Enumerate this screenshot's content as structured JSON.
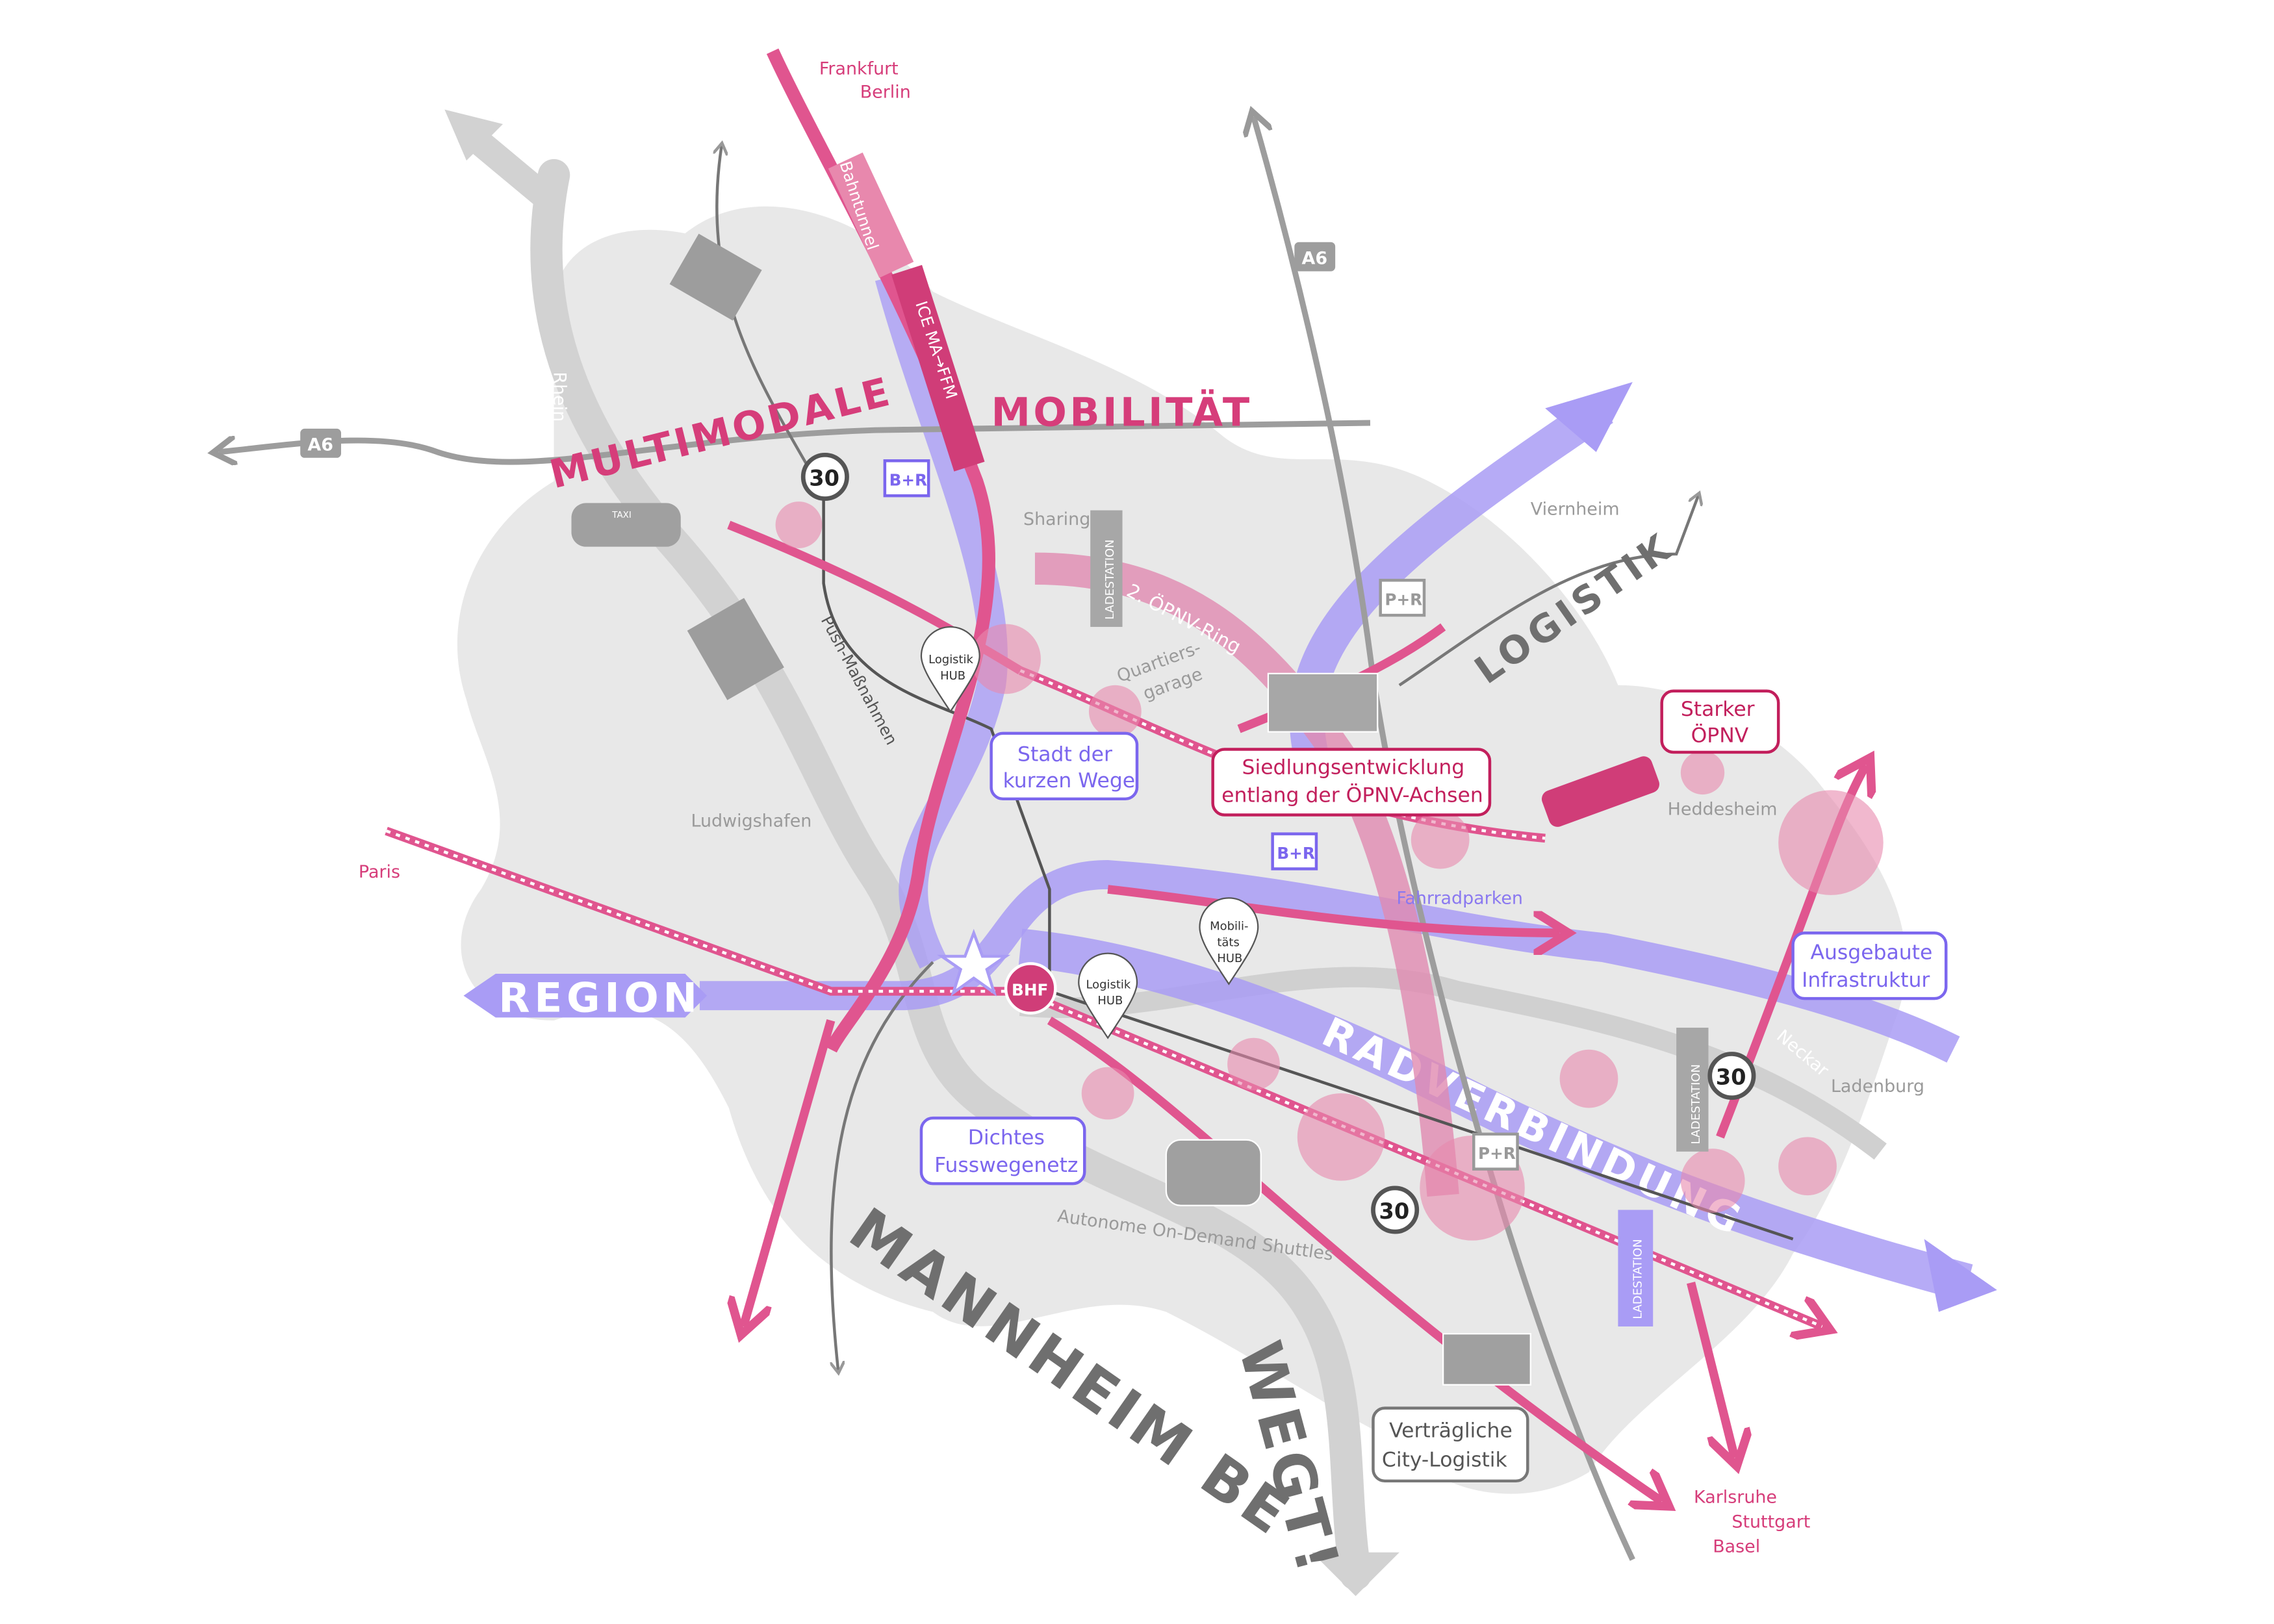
{
  "title": {
    "main_1": "MULTIMODALE",
    "main_2": "MOBILITÄT",
    "slogan_1": "MANNHEIM BE",
    "slogan_2": "WEGT!"
  },
  "places": {
    "frankfurt": "Frankfurt",
    "berlin": "Berlin",
    "paris": "Paris",
    "ludwigshafen": "Ludwigshafen",
    "viernheim": "Viernheim",
    "heddesheim": "Heddesheim",
    "ladenburg": "Ladenburg",
    "karlsruhe": "Karlsruhe",
    "stuttgart": "Stuttgart",
    "basel": "Basel",
    "rhein": "Rhein",
    "neckar": "Neckar"
  },
  "roads": {
    "a6_north": "A6",
    "a6_west": "A6"
  },
  "lines": {
    "bahntunnel": "Bahntunnel",
    "ice": "ICE MA→FFM",
    "oepnv_ring": "2. ÖPNV-Ring",
    "push": "Push-Maßnahmen",
    "region": "REGION",
    "radverbindung": "RADVERBINDUNG",
    "logistik": "LOGISTIK"
  },
  "signs": {
    "speed_limit": "30",
    "bike_ride": "B+R",
    "park_ride": "P+R",
    "ladestation": "LADESTATION",
    "bhf": "BHF",
    "taxi": "TAXI"
  },
  "pins": {
    "logistik_hub": [
      "Logistik",
      "HUB"
    ],
    "mobilitaets_hub": [
      "Mobili-",
      "täts",
      "HUB"
    ]
  },
  "labels": {
    "sharing": "Sharing",
    "quartiersgarage": [
      "Quartiers-",
      "garage"
    ],
    "fahrradparken": "Fahrradparken",
    "shuttles": "Autonome On-Demand Shuttles"
  },
  "callouts": {
    "stadt": [
      "Stadt der",
      "kurzen Wege"
    ],
    "siedlung": [
      "Siedlungsentwicklung",
      "entlang der ÖPNV-Achsen"
    ],
    "starker": [
      "Starker",
      "ÖPNV"
    ],
    "ausgebaut": [
      "Ausgebaute",
      "Infrastruktur"
    ],
    "dichtes": [
      "Dichtes",
      "Fusswegenetz"
    ],
    "city_logistik": [
      "Verträgliche",
      "City-Logistik"
    ]
  },
  "colors": {
    "pink": "#e0558f",
    "pink_dark": "#c21f5c",
    "purple": "#a99cf5",
    "gray": "#9d9d9d",
    "city": "#e6e6e6"
  }
}
